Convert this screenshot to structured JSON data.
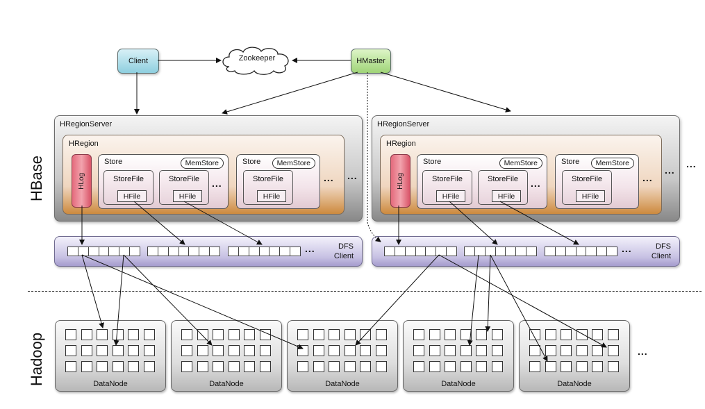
{
  "labels": {
    "client": "Client",
    "zookeeper": "Zookeeper",
    "hmaster": "HMaster",
    "hbase": "HBase",
    "hadoop": "Hadoop",
    "hregionserver": "HRegionServer",
    "hregion": "HRegion",
    "hlog": "HLog",
    "store": "Store",
    "memstore": "MemStore",
    "storefile": "StoreFile",
    "hfile": "HFile",
    "dfs_line1": "DFS",
    "dfs_line2": "Client",
    "datanode": "DataNode",
    "ellipsis": "..."
  }
}
